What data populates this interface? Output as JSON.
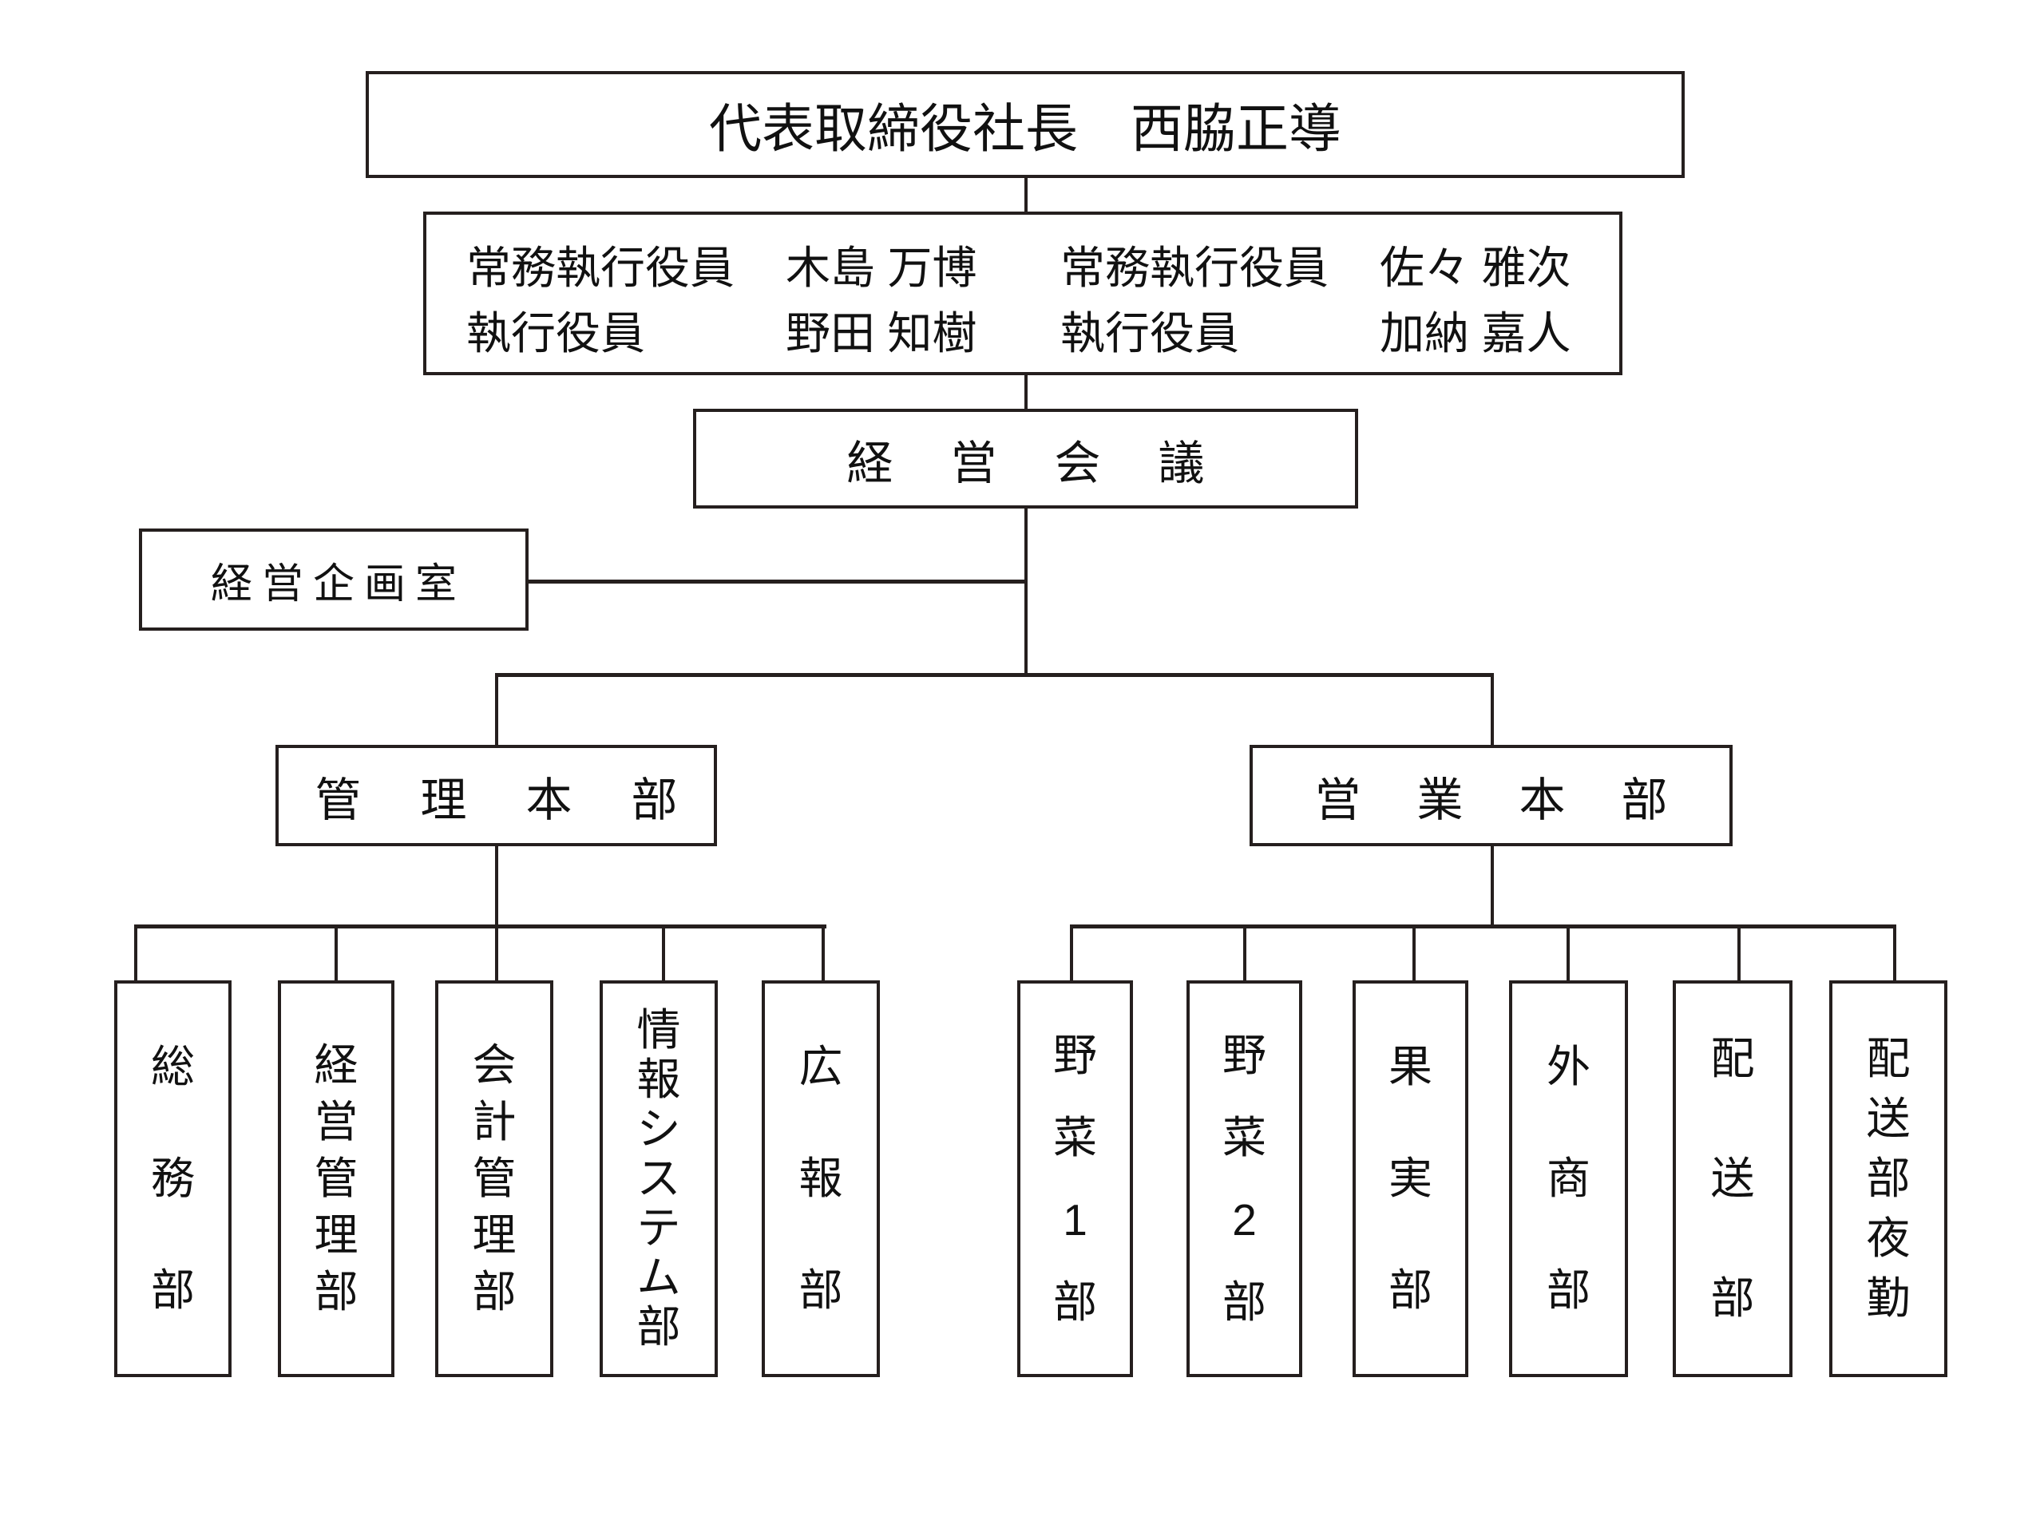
{
  "org": {
    "president": {
      "label": "代表取締役社長　西脇正導"
    },
    "executives": [
      {
        "title": "常務執行役員",
        "name": "木島 万博"
      },
      {
        "title": "常務執行役員",
        "name": "佐々 雅次"
      },
      {
        "title": "執行役員",
        "name": "野田 知樹"
      },
      {
        "title": "執行役員",
        "name": "加納 嘉人"
      }
    ],
    "meeting": {
      "label": "経営会議"
    },
    "planning_office": {
      "label": "経営企画室"
    },
    "divisions": [
      {
        "label": "管理本部",
        "departments": [
          "総務部",
          "経営管理部",
          "会計管理部",
          "情報システム部",
          "広報部"
        ]
      },
      {
        "label": "営業本部",
        "departments": [
          "野菜1部",
          "野菜2部",
          "果実部",
          "外商部",
          "配送部",
          "配送部夜勤"
        ]
      }
    ]
  },
  "colors": {
    "line": "#251f1e",
    "text": "#111111",
    "background": "#ffffff"
  }
}
